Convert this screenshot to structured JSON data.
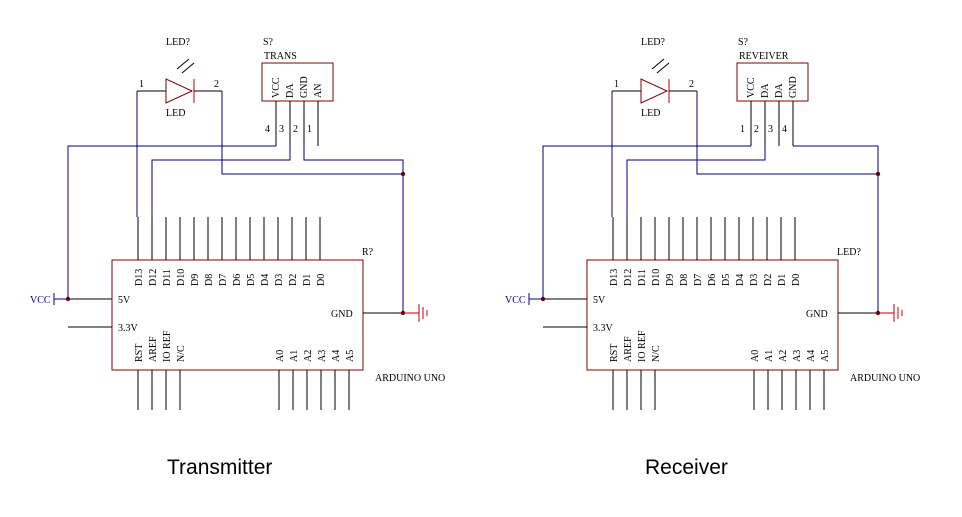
{
  "schematics": [
    {
      "caption": "Transmitter",
      "led_designator": "LED?",
      "led_label": "LED",
      "led_pin1": "1",
      "led_pin2": "2",
      "module_designator": "S?",
      "module_name": "TRANS",
      "module_pins": [
        "VCC",
        "DA",
        "GND",
        "AN"
      ],
      "module_pin_numbers": [
        "4",
        "3",
        "2",
        "1"
      ],
      "board_designator": "R?",
      "board_name": "ARDUINO UNO",
      "digital_pins": [
        "D13",
        "D12",
        "D11",
        "D10",
        "D9",
        "D8",
        "D7",
        "D6",
        "D5",
        "D4",
        "D3",
        "D2",
        "D1",
        "D0"
      ],
      "power_pins": [
        "RST",
        "AREF",
        "IO REF",
        "N/C"
      ],
      "analog_pins": [
        "A0",
        "A1",
        "A2",
        "A3",
        "A4",
        "A5"
      ],
      "pin_5v": "5V",
      "pin_33v": "3.3V",
      "pin_gnd": "GND",
      "vcc_label": "VCC"
    },
    {
      "caption": "Receiver",
      "led_designator": "LED?",
      "led_label": "LED",
      "led_pin1": "1",
      "led_pin2": "2",
      "module_designator": "S?",
      "module_name": "REVEIVER",
      "module_pins": [
        "VCC",
        "DA",
        "DA",
        "GND"
      ],
      "module_pin_numbers": [
        "1",
        "2",
        "3",
        "4"
      ],
      "board_designator": "LED?",
      "board_name": "ARDUINO UNO",
      "digital_pins": [
        "D13",
        "D12",
        "D11",
        "D10",
        "D9",
        "D8",
        "D7",
        "D6",
        "D5",
        "D4",
        "D3",
        "D2",
        "D1",
        "D0"
      ],
      "power_pins": [
        "RST",
        "AREF",
        "IO REF",
        "N/C"
      ],
      "analog_pins": [
        "A0",
        "A1",
        "A2",
        "A3",
        "A4",
        "A5"
      ],
      "pin_5v": "5V",
      "pin_33v": "3.3V",
      "pin_gnd": "GND",
      "vcc_label": "VCC"
    }
  ]
}
